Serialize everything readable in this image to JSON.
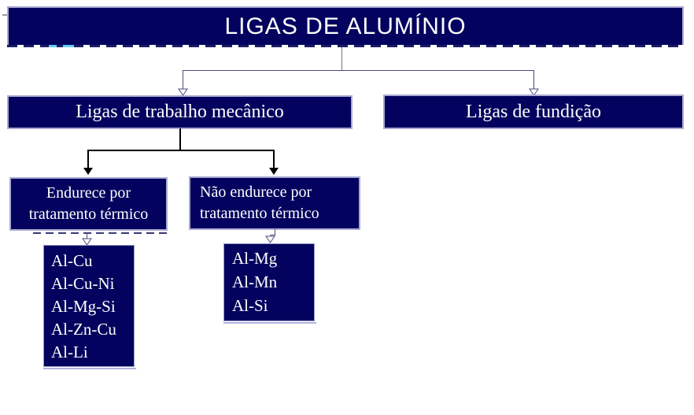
{
  "colors": {
    "box_fill": "#03035f",
    "box_border": "#a9a9d2",
    "text": "#ffffff",
    "connector_thin": "#4a4a80",
    "connector_black": "#000000",
    "artifact_cyan": "#66ccee"
  },
  "nodes": {
    "root": {
      "label": "LIGAS DE ALUMÍNIO"
    },
    "mechanical": {
      "label": "Ligas de trabalho mecânico"
    },
    "casting": {
      "label": "Ligas de fundição"
    },
    "hardenable": {
      "label_line1": "Endurece por",
      "label_line2": "tratamento térmico"
    },
    "non_hardenable": {
      "label_line1": "Não endurece por",
      "label_line2": "tratamento térmico"
    },
    "hardenable_alloys": {
      "items": [
        "Al-Cu",
        "Al-Cu-Ni",
        "Al-Mg-Si",
        "Al-Zn-Cu",
        "Al-Li"
      ]
    },
    "non_hardenable_alloys": {
      "items": [
        "Al-Mg",
        "Al-Mn",
        "Al-Si"
      ]
    }
  }
}
